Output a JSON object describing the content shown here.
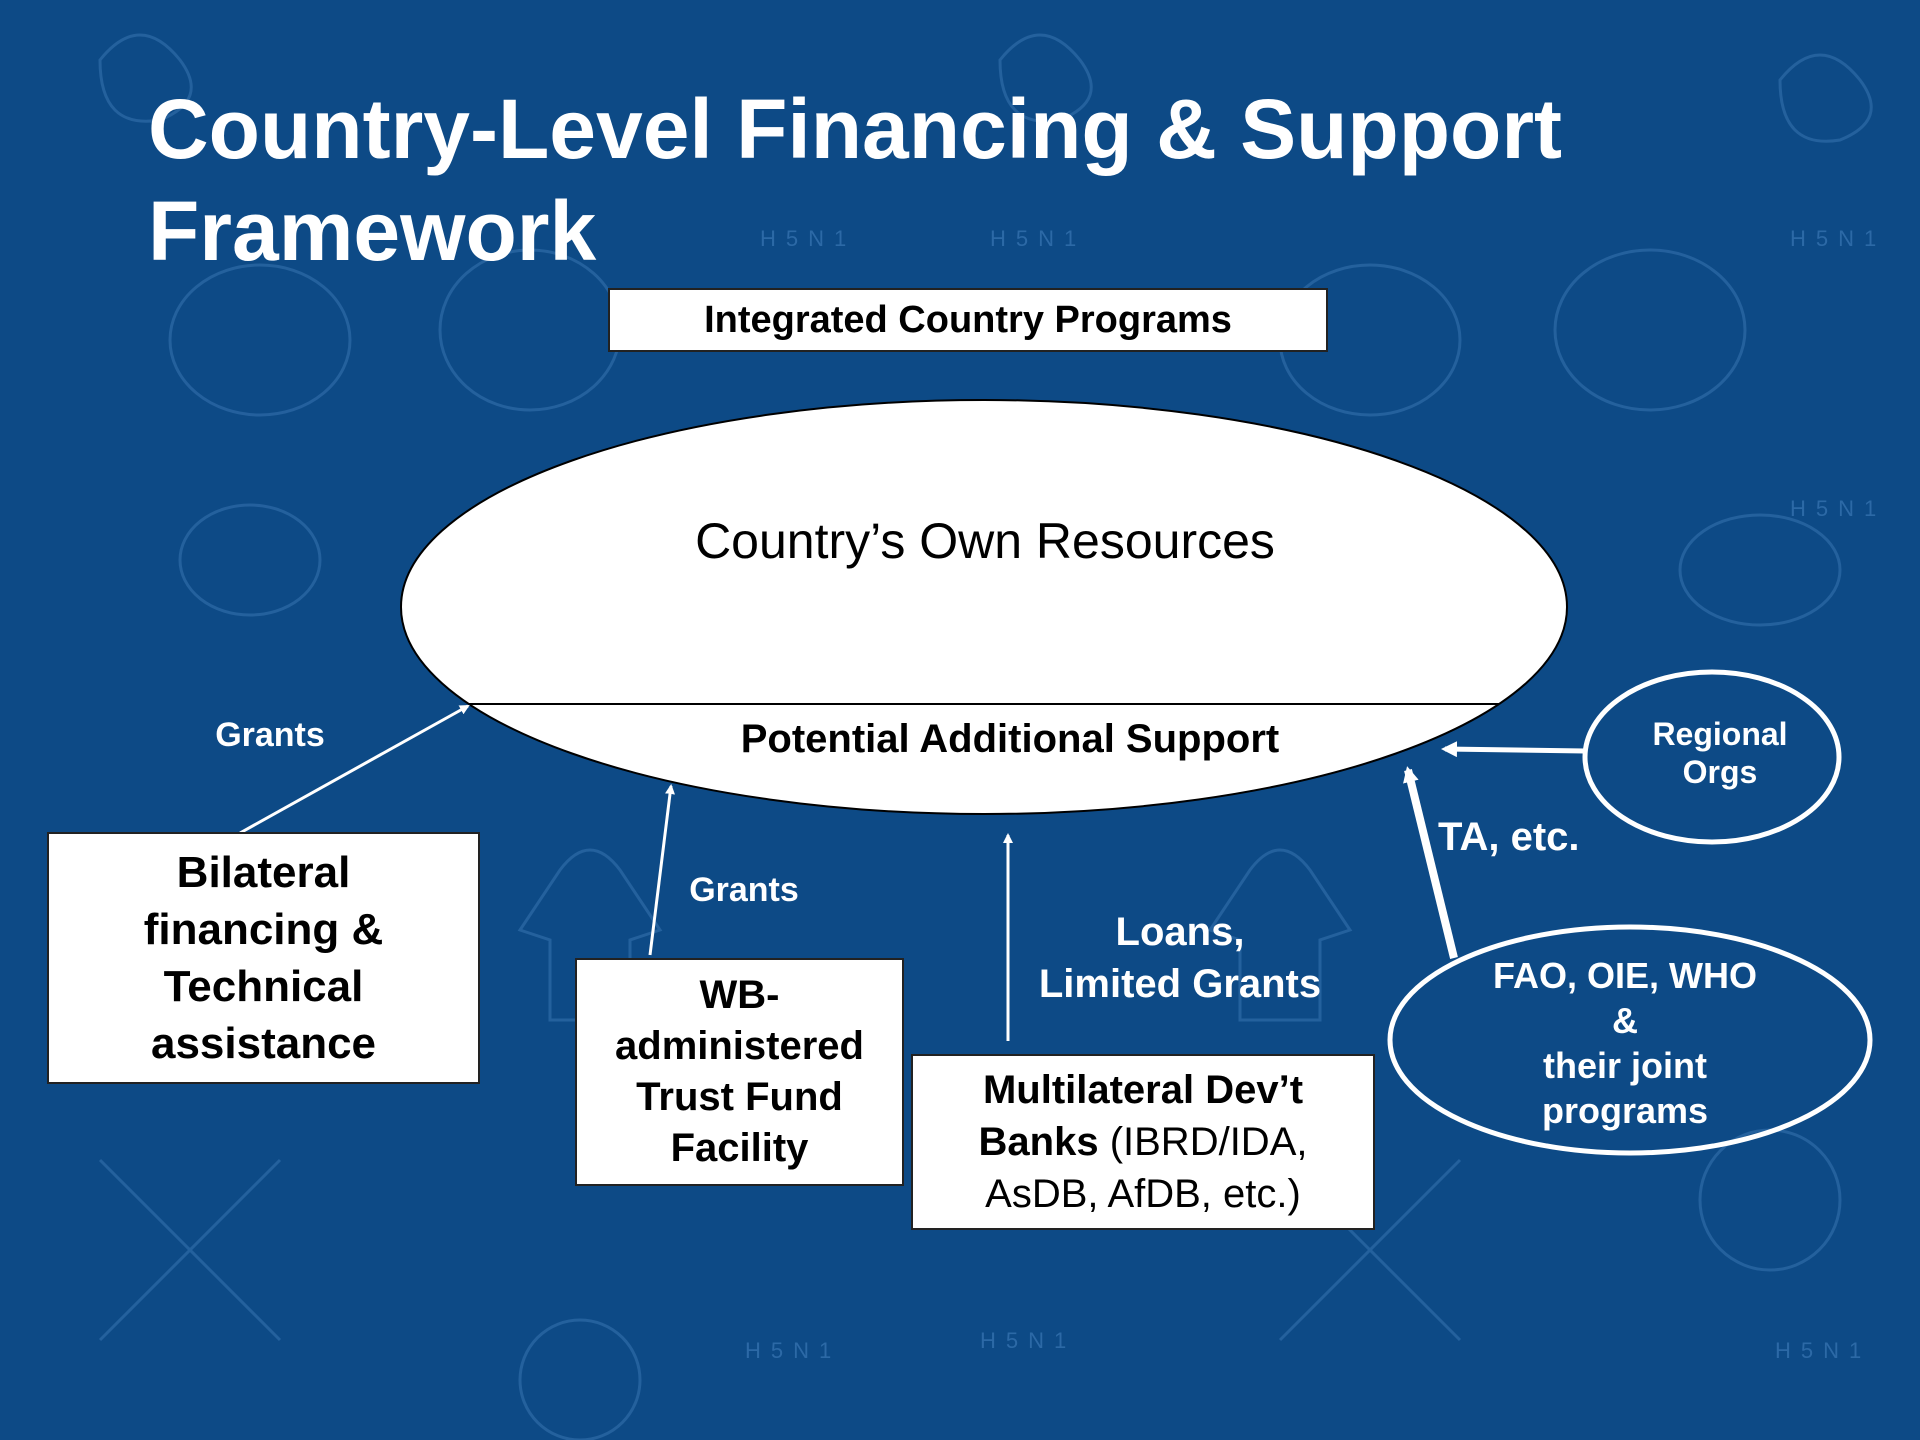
{
  "slide": {
    "title_line1": "Country-Level Financing & Support",
    "title_line2": "Framework",
    "watermark_text": "H5N1"
  },
  "diagram": {
    "top_box": "Integrated Country Programs",
    "ellipse_main": "Country’s Own Resources",
    "ellipse_band": "Potential Additional Support",
    "bilateral": {
      "line1": "Bilateral",
      "line2": "financing &",
      "line3": "Technical",
      "line4": "assistance",
      "arrow_label": "Grants"
    },
    "trust_fund": {
      "line1": "WB-",
      "line2": "administered",
      "line3": "Trust Fund",
      "line4": "Facility",
      "arrow_label": "Grants"
    },
    "mdb": {
      "bold_line1": "Multilateral Dev’t",
      "bold_line2": "Banks",
      "normal_line2": " (IBRD/IDA,",
      "line3": "AsDB, AfDB, etc.)",
      "arrow_label_line1": "Loans,",
      "arrow_label_line2": "Limited Grants"
    },
    "fao": {
      "line1": "FAO, OIE, WHO",
      "line2": "&",
      "line3": "their joint",
      "line4": "programs",
      "arrow_label": "TA, etc."
    },
    "regional": {
      "line1": "Regional",
      "line2": "Orgs"
    }
  },
  "colors": {
    "background": "#0d4a86",
    "watermark": "#2c69a6",
    "arrow": "#ffffff"
  }
}
